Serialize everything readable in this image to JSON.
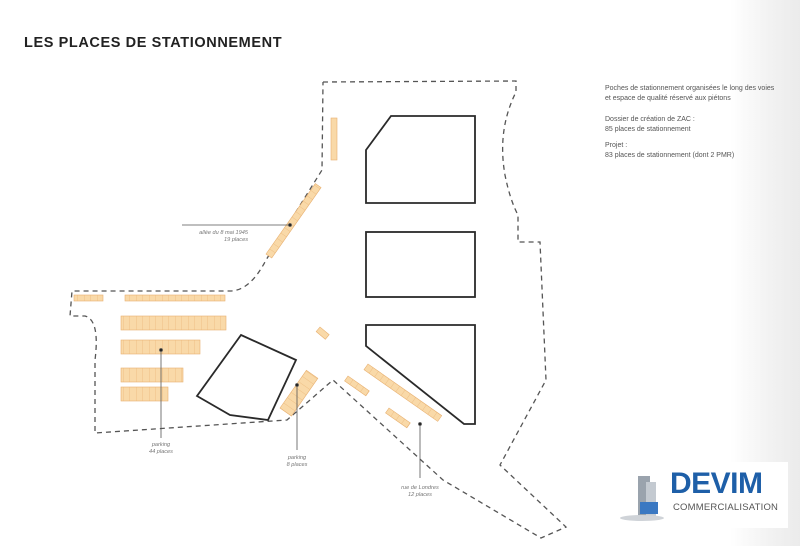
{
  "page": {
    "title": "LES PLACES DE STATIONNEMENT"
  },
  "notes": {
    "intro_line1": "Poches de stationnement organisées le long des voies",
    "intro_line2": "et espace de qualité réservé aux piétons",
    "zac_line1": "Dossier de création de ZAC :",
    "zac_line2": "85 places de stationnement",
    "projet_line1": "Projet :",
    "projet_line2": "83 places de stationnement (dont 2 PMR)"
  },
  "labels": {
    "allee": {
      "name": "allée du 8 mai 1945",
      "count": "19 places"
    },
    "parking_west": {
      "name": "parking",
      "count": "44 places"
    },
    "parking_center": {
      "name": "parking",
      "count": "8 places"
    },
    "rue_londres": {
      "name": "rue de Londres",
      "count": "12 places"
    }
  },
  "logo": {
    "brand": "DEVIM",
    "subtitle": "COMMERCIALISATION"
  },
  "colors": {
    "parking_fill": "#f9d9a8",
    "parking_stroke": "#e8b070",
    "building_stroke": "#2a2a2a",
    "boundary_stroke": "#555555",
    "brand_blue": "#1e5fa8"
  }
}
